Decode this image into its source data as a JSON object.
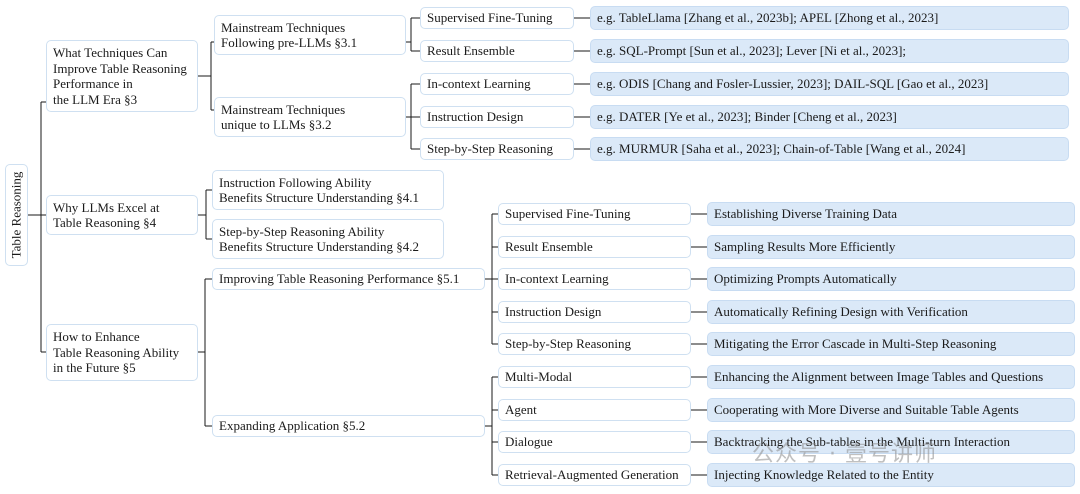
{
  "root": "Table Reasoning",
  "sections": {
    "s3": {
      "title": [
        "What Techniques Can",
        "Improve Table Reasoning",
        "Performance in",
        "the LLM Era §3"
      ],
      "g1": {
        "title": [
          "Mainstream Techniques",
          "Following pre-LLMs §3.1"
        ],
        "items": [
          {
            "label": "Supervised Fine-Tuning",
            "leaf": "e.g.   TableLlama [Zhang et al., 2023b]; APEL [Zhong et al., 2023]"
          },
          {
            "label": "Result Ensemble",
            "leaf": "e.g.   SQL-Prompt [Sun et al., 2023]; Lever [Ni et al., 2023];"
          }
        ]
      },
      "g2": {
        "title": [
          "Mainstream Techniques",
          "unique to LLMs §3.2"
        ],
        "items": [
          {
            "label": "In-context Learning",
            "leaf": "e.g.   ODIS [Chang and Fosler-Lussier, 2023]; DAIL-SQL [Gao et al., 2023]"
          },
          {
            "label": "Instruction Design",
            "leaf": "e.g.   DATER [Ye et al., 2023]; Binder [Cheng et al., 2023]"
          },
          {
            "label": "Step-by-Step Reasoning",
            "leaf": "e.g.   MURMUR [Saha et al., 2023]; Chain-of-Table [Wang et al., 2024]"
          }
        ]
      }
    },
    "s4": {
      "title": [
        "Why LLMs Excel at",
        "Table Reasoning §4"
      ],
      "n1": [
        "Instruction Following Ability",
        "Benefits Structure Understanding §4.1"
      ],
      "n2": [
        "Step-by-Step Reasoning Ability",
        "Benefits Structure Understanding §4.2"
      ]
    },
    "s5": {
      "title": [
        "How to Enhance",
        "Table Reasoning Ability",
        "in the Future §5"
      ],
      "g1": {
        "title": "Improving Table Reasoning Performance §5.1",
        "items": [
          {
            "label": "Supervised Fine-Tuning",
            "leaf": "Establishing Diverse Training Data"
          },
          {
            "label": "Result Ensemble",
            "leaf": "Sampling Results More Efficiently"
          },
          {
            "label": "In-context Learning",
            "leaf": "Optimizing Prompts Automatically"
          },
          {
            "label": "Instruction Design",
            "leaf": "Automatically Refining Design with Verification"
          },
          {
            "label": "Step-by-Step Reasoning",
            "leaf": "Mitigating the Error Cascade in Multi-Step Reasoning"
          }
        ]
      },
      "g2": {
        "title": "Expanding Application §5.2",
        "items": [
          {
            "label": "Multi-Modal",
            "leaf": "Enhancing the Alignment between Image Tables and Questions"
          },
          {
            "label": "Agent",
            "leaf": "Cooperating with More Diverse and Suitable Table Agents"
          },
          {
            "label": "Dialogue",
            "leaf": "Backtracking the Sub-tables in the Multi-turn Interaction"
          },
          {
            "label": "Retrieval-Augmented Generation",
            "leaf": "Injecting Knowledge Related to the Entity"
          }
        ]
      }
    }
  },
  "watermark": "公众号 · 壹号讲师"
}
